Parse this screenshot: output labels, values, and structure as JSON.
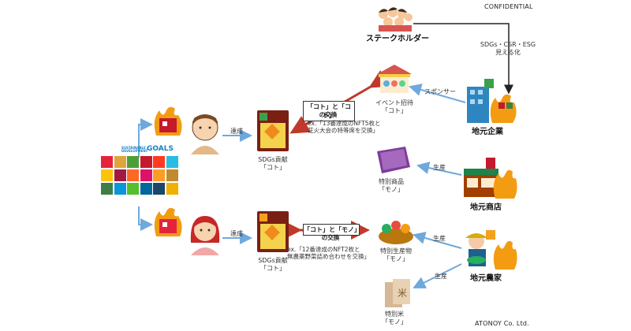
{
  "header": {
    "confidential": "CONFIDENTIAL"
  },
  "footer": {
    "company": "ATONOY Co. Ltd."
  },
  "sdgs_logo": {
    "line1": "SUSTAINABLE",
    "line2": "DEVELOPMENT",
    "goals": "GOALS",
    "tile_colors": [
      "#e5243b",
      "#dda63a",
      "#4c9f38",
      "#c5192d",
      "#ff3a21",
      "#26bde2",
      "#fcc30b",
      "#a21942",
      "#fd6925",
      "#dd1367",
      "#fd9d24",
      "#bf8b2e",
      "#3f7e44",
      "#0a97d9",
      "#56c02b",
      "#00689d",
      "#19486a",
      "#f0b000"
    ]
  },
  "stakeholder": {
    "label": "ステークホルダー",
    "visible_label": "SDGs・CSR・ESG\n見える化"
  },
  "companies": {
    "enterprise": "地元企業",
    "shop": "地元商店",
    "farmer": "地元農家"
  },
  "upper_flow": {
    "achieve": "達成",
    "contribution": "SDGs貢献\n「コト」",
    "exchange_title": "「コト」と「コト」",
    "exchange_sub": "の交換",
    "example": "ex.「13番達成のNFT5枚と\n花火大会の特等席を交換」",
    "sponsor": "スポンサー",
    "event": "イベント招待\n「コト」"
  },
  "middle": {
    "product_label": "特別商品\n「モノ」",
    "produce_1": "生産"
  },
  "lower_flow": {
    "achieve": "達成",
    "contribution": "SDGs貢献\n「コト」",
    "exchange_title": "「コト」と「モノ」",
    "exchange_sub": "の交換",
    "example": "ex.「12番達成のNFT2枚と\n無農薬野菜詰め合わせを交換」",
    "produce_2": "生産",
    "produce_label": "特別生産物\n「モノ」",
    "produce_3": "生産",
    "rice_label": "特別米\n「モノ」"
  },
  "colors": {
    "arrow_blue": "#6fa8dc",
    "arrow_red": "#c0392b",
    "flame": "#f39c12"
  }
}
